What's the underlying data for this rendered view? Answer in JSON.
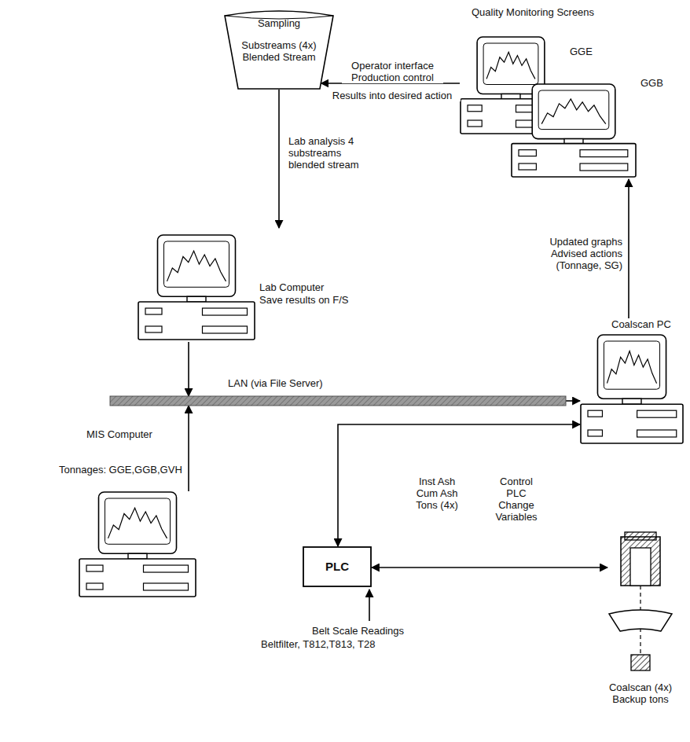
{
  "diagram": {
    "nodes": [
      {
        "text": [
          "Sampling",
          "Substreams (4x) Blended Stream"
        ]
      },
      {
        "text": [
          "Quality Monitoring Screens",
          "GGE"
        ]
      },
      {
        "text": [
          "GGB"
        ]
      },
      {
        "text": [
          "Lab Computer",
          "Save results on F/S"
        ]
      },
      {
        "text": [
          "LAN (via File Server)"
        ]
      },
      {
        "text": [
          "Coalscan PC"
        ]
      },
      {
        "text": [
          "MIS Computer",
          "Tonnages: GGE,GGB,GVH"
        ]
      },
      {
        "text": [
          "PLC"
        ]
      },
      {
        "text": [
          "Coalscan (4x) Backup tons"
        ]
      }
    ],
    "edges": [
      {
        "from": 1,
        "to": 0,
        "label": "Operator interface Production control",
        "arrow": "to"
      },
      {
        "from": 0,
        "to": 3,
        "label": "Lab analysis 4 substreams blended stream",
        "arrow": "to"
      },
      {
        "from": 3,
        "to": 4,
        "arrow": "to"
      },
      {
        "from": 6,
        "to": 4,
        "arrow": "to"
      },
      {
        "from": 4,
        "to": 5,
        "arrow": "to"
      },
      {
        "from": 5,
        "to": 2,
        "label": "Updated graphs Advised actions (Tonnage, SG)",
        "arrow": "to"
      },
      {
        "from": 7,
        "to": 5,
        "arrow": "both"
      },
      {
        "from": 7,
        "to": 8,
        "label": "Inst Ash Cum Ash Tons (4x)",
        "arrow": "both"
      }
    ],
    "labels": [
      "Results into desired action",
      "Control PLC Change Variables",
      "Belt Scale Readings",
      "Beltfilter, T812,T813, T28"
    ]
  }
}
